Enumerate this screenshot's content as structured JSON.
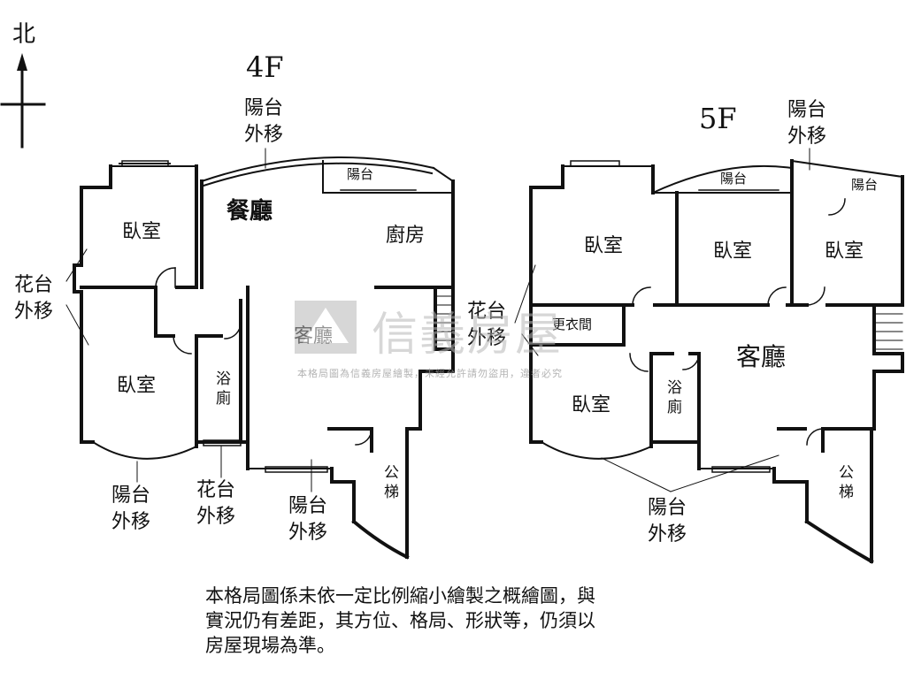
{
  "compass": {
    "north_label": "北"
  },
  "floor4": {
    "title": "4F",
    "rooms": {
      "bedroom_top": "臥室",
      "bedroom_bottom": "臥室",
      "dining": "餐廳",
      "kitchen": "廚房",
      "living": "客廳",
      "bath_line1": "浴",
      "bath_line2": "廁",
      "balcony_small": "陽台",
      "stair_line1": "公",
      "stair_line2": "梯"
    },
    "annotations": {
      "balcony_top_line1": "陽台",
      "balcony_top_line2": "外移",
      "planter_left_line1": "花台",
      "planter_left_line2": "外移",
      "balcony_bl_line1": "陽台",
      "balcony_bl_line2": "外移",
      "planter_bottom_line1": "花台",
      "planter_bottom_line2": "外移",
      "balcony_bm_line1": "陽台",
      "balcony_bm_line2": "外移"
    }
  },
  "floor5": {
    "title": "5F",
    "rooms": {
      "bedroom_1": "臥室",
      "bedroom_2": "臥室",
      "bedroom_3": "臥室",
      "bedroom_4": "臥室",
      "closet": "更衣間",
      "living": "客廳",
      "bath_line1": "浴",
      "bath_line2": "廁",
      "balcony_mid": "陽台",
      "balcony_right": "陽台",
      "stair_line1": "公",
      "stair_line2": "梯"
    },
    "annotations": {
      "balcony_top_line1": "陽台",
      "balcony_top_line2": "外移",
      "planter_line1": "花台",
      "planter_line2": "外移",
      "balcony_bottom_line1": "陽台",
      "balcony_bottom_line2": "外移"
    }
  },
  "watermark": {
    "brand": "信義房屋",
    "notice": "本格局圖為信義房屋繪製，未經允許請勿盜用，違者必究"
  },
  "disclaimer": {
    "line1": "本格局圖係未依一定比例縮小繪製之概繪圖，與",
    "line2": "實況仍有差距，其方位、格局、形狀等，仍須以",
    "line3": "房屋現場為準。"
  },
  "colors": {
    "wall": "#111111",
    "watermark": "#b8b8b8"
  }
}
